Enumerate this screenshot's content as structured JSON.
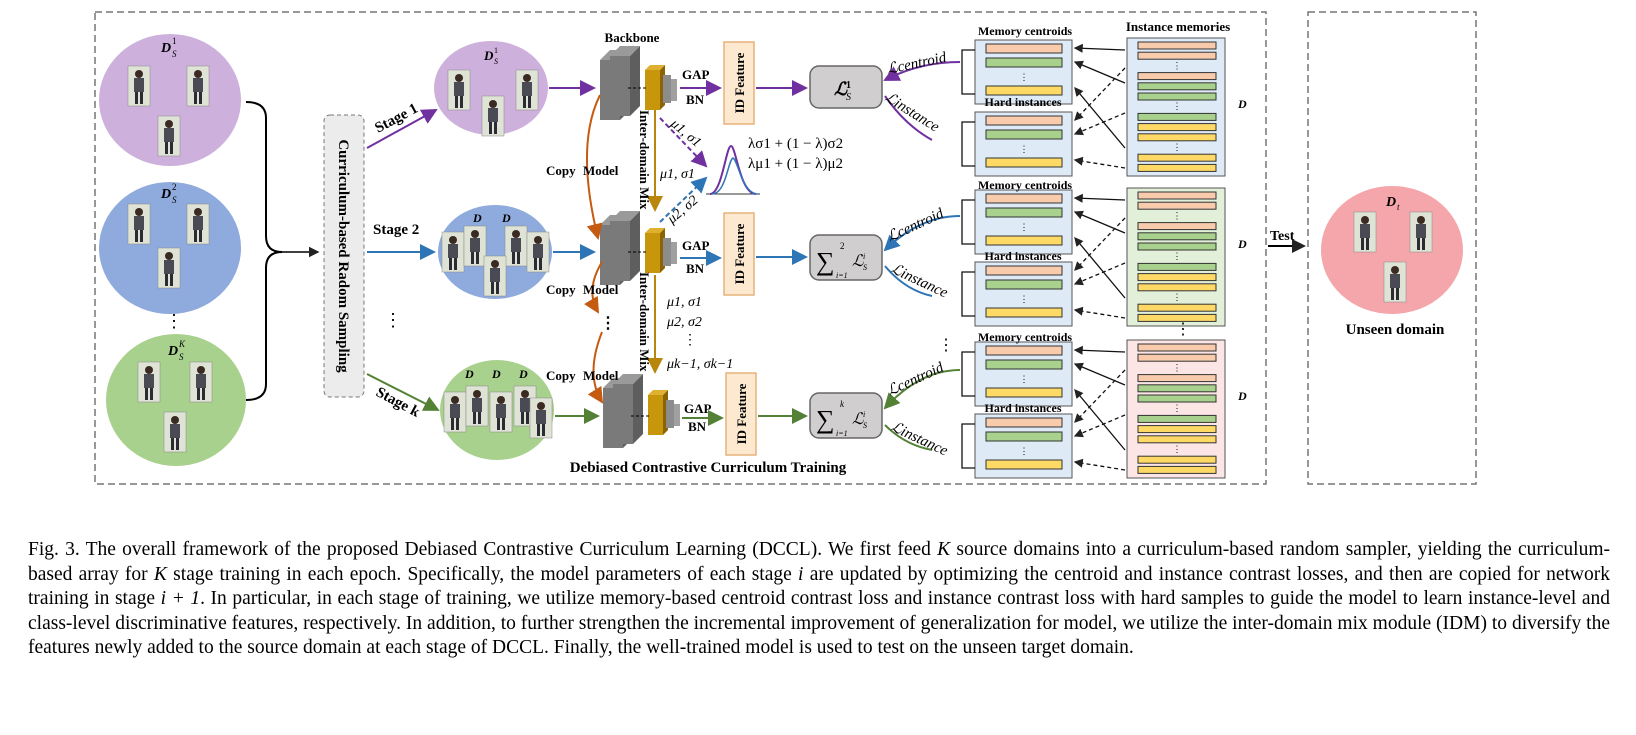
{
  "figure": {
    "source_domains": [
      {
        "label": "D",
        "sup": "1",
        "sub": "S"
      },
      {
        "label": "D",
        "sup": "2",
        "sub": "S"
      },
      {
        "label": "D",
        "sup": "K",
        "sub": "S"
      }
    ],
    "ellipsis": "⋮",
    "sampler_label": "Curriculum-based  Radom Sampling",
    "stages": [
      "Stage 1",
      "Stage 2",
      "Stage k"
    ],
    "backbone_label": "Backbone",
    "copy_label": "Copy",
    "model_label": "Model",
    "gap_label": "GAP",
    "bn_label": "BN",
    "id_feature_label": "ID Feature",
    "idm_label": "Inter-domain Mix",
    "stats": {
      "mu1_sigma1": "μ1, σ1",
      "mu2_sigma2": "μ2, σ2",
      "muk_sigmak": "μk−1, σk−1",
      "mix_sigma": "λσ1 + (1 − λ)σ2",
      "mix_mu": "λμ1 + (1 − λ)μ2"
    },
    "loss_centroid": "ℒcentroid",
    "loss_instance": "ℒinstance",
    "loss_stage1": "ℒ",
    "memory_centroids_label": "Memory centroids",
    "hard_instances_label": "Hard instances",
    "instance_memories_label": "Instance memories",
    "bottom_label": "Debiased Contrastive Curriculum Training",
    "test_label": "Test",
    "target_domain": {
      "label": "D",
      "sub": "t"
    },
    "unseen_label": "Unseen domain",
    "colors": {
      "purple": "#7030a0",
      "blue": "#2e75b6",
      "green": "#538135",
      "orange": "#c55a11",
      "gold": "#b8860b",
      "ellipse_purple": "#cdb0dc",
      "ellipse_blue": "#8faadc",
      "ellipse_green": "#a9d18e",
      "ellipse_red": "#f4a6ab",
      "bar_pink": "#f8cbad",
      "bar_green": "#a9d18e",
      "bar_yellow": "#ffd966",
      "panel_blue": "#deebf7",
      "panel_green": "#e2f0d9",
      "panel_pink": "#fbe5e5"
    }
  },
  "caption": {
    "p1": "Fig. 3.  The overall framework of the proposed Debiased Contrastive Curriculum Learning (DCCL). We first feed ",
    "K1": "K",
    "p2": " source domains into a curriculum-based random sampler, yielding the curriculum-based array for ",
    "K2": "K",
    "p3": " stage training in each epoch. Specifically, the model parameters of each stage ",
    "i1": "i",
    "p4": " are updated by optimizing the centroid and instance contrast losses, and then are copied for network training in stage ",
    "i2": "i + 1",
    "p5": ". In particular, in each stage of training, we utilize memory-based centroid contrast loss and instance contrast loss with hard samples to guide the model to learn instance-level and class-level discriminative features, respectively. In addition, to further strengthen the incremental improvement of generalization for model, we utilize the inter-domain mix module (IDM) to diversify the features newly added to the source domain at each stage of DCCL. Finally, the well-trained model is used to test on the unseen target domain."
  }
}
